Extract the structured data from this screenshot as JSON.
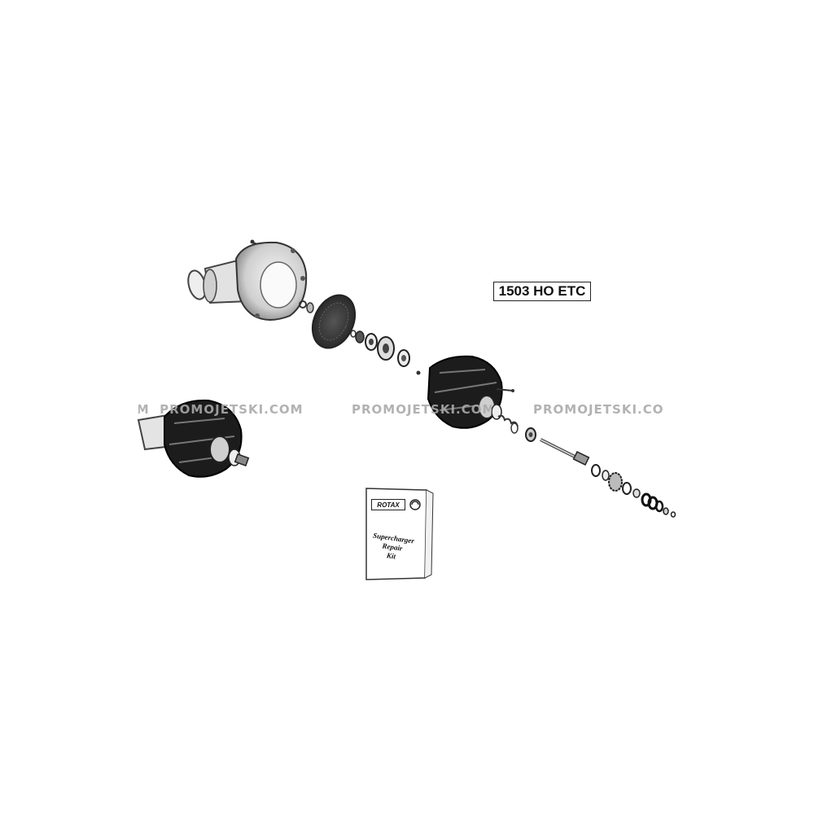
{
  "diagram": {
    "engine_label": "1503 HO ETC",
    "watermarks": [
      "PROMOJETSKI.COM",
      "PROMOJETSKI.COM",
      "PROMOJETSKI.CO"
    ],
    "watermark_first_partial": "OM",
    "kit": {
      "brand": "ROTAX",
      "title_lines": [
        "Supercharger",
        "Repair",
        "Kit"
      ]
    }
  }
}
